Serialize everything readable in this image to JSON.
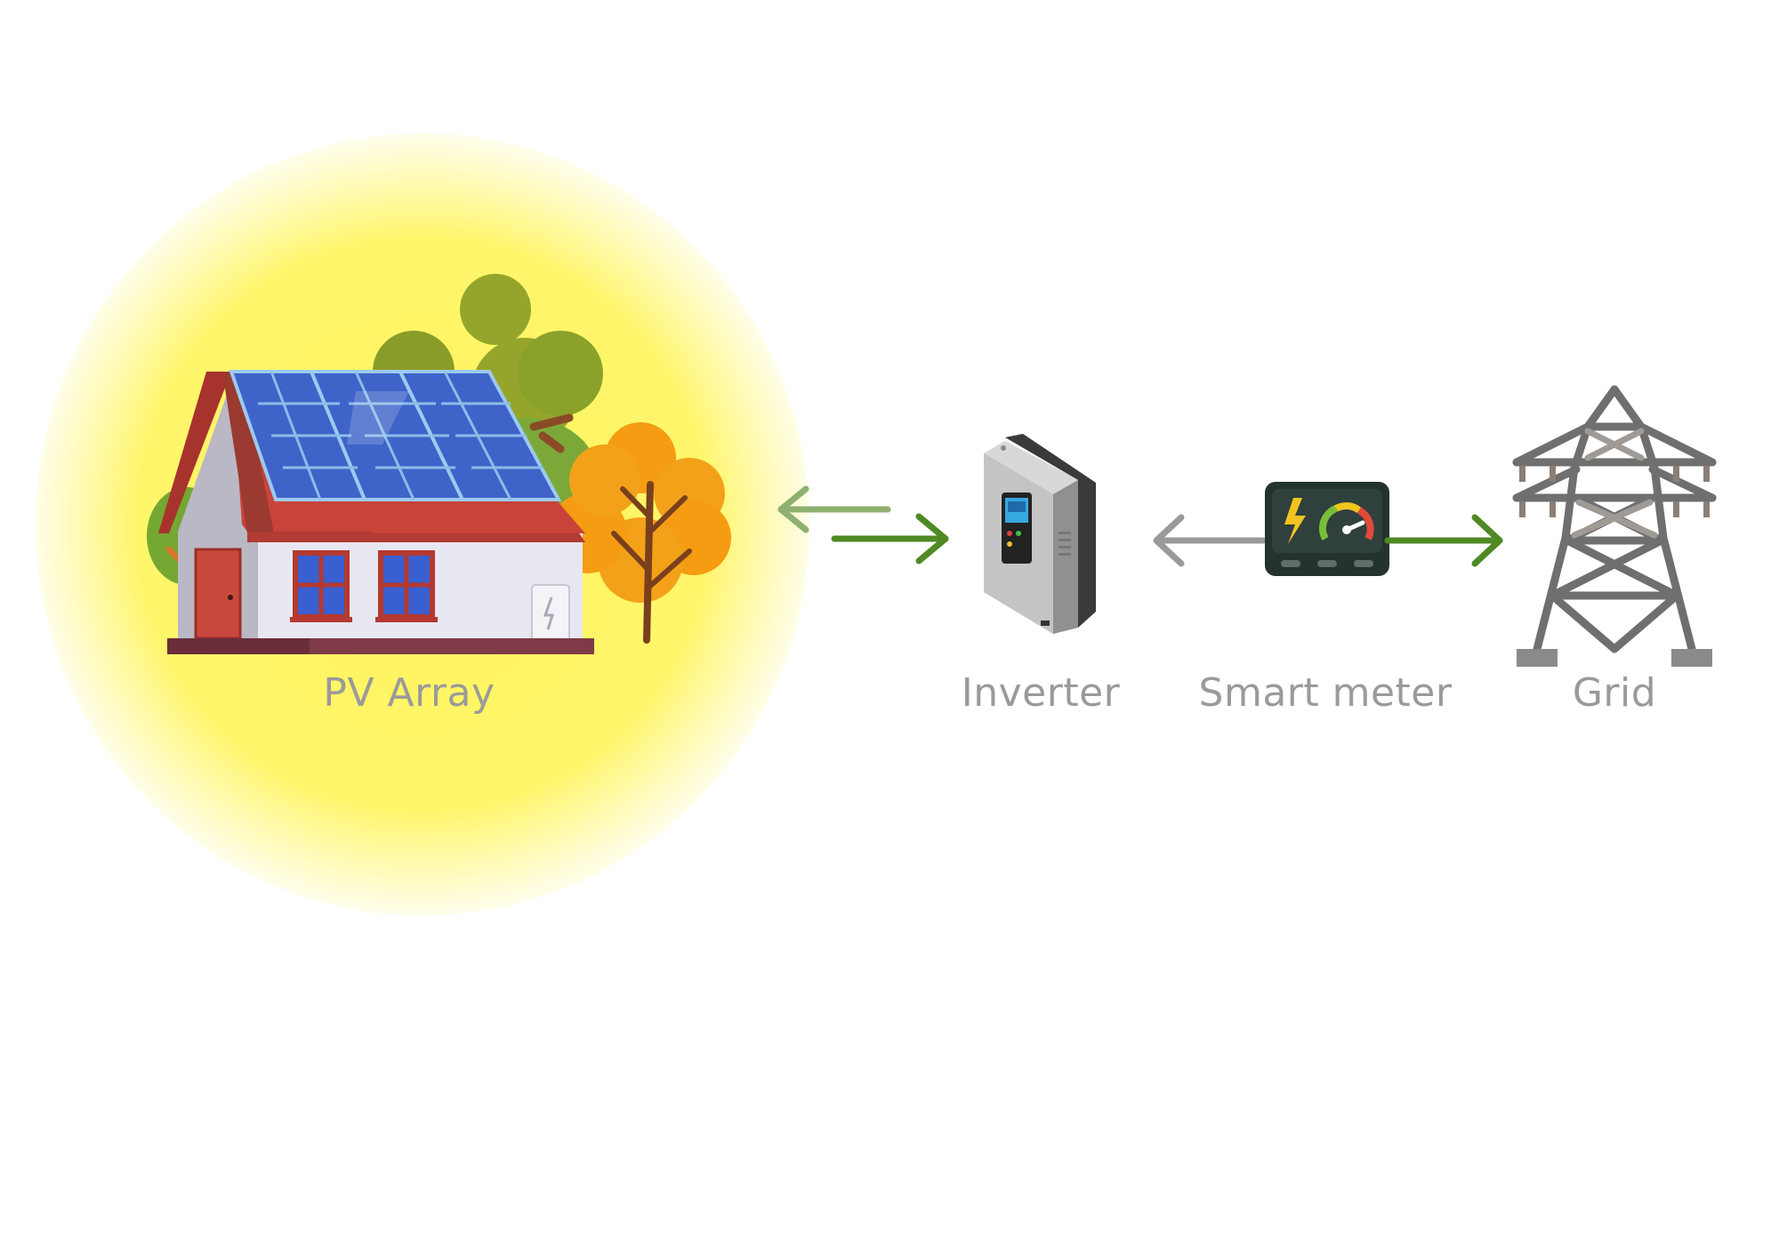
{
  "nodes": {
    "pv_array": {
      "label": "PV Array",
      "icon": "house-solar-icon"
    },
    "inverter": {
      "label": "Inverter",
      "icon": "inverter-icon"
    },
    "smart_meter": {
      "label": "Smart meter",
      "icon": "smart-meter-icon"
    },
    "grid": {
      "label": "Grid",
      "icon": "transmission-tower-icon"
    }
  },
  "edges": [
    {
      "from": "pv_array",
      "to": "inverter",
      "direction": "bidirectional",
      "colors": [
        "#8fb070",
        "#4f8a24"
      ]
    },
    {
      "from": "smart_meter",
      "to": "inverter",
      "direction": "left",
      "color": "#9a9a9a"
    },
    {
      "from": "smart_meter",
      "to": "grid",
      "direction": "right",
      "color": "#4f8a24"
    }
  ],
  "colors": {
    "glow": "#fff35a",
    "label": "#9a9a9a",
    "arrow_green": "#4f8a24",
    "arrow_light_green": "#8fb070",
    "arrow_gray": "#9a9a9a"
  }
}
